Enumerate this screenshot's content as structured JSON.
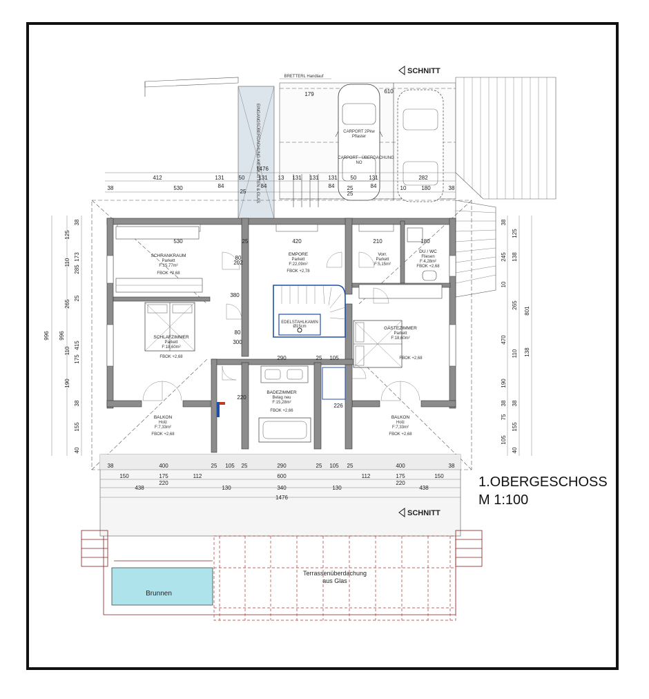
{
  "title": {
    "line1": "1.OBERGESCHOSS",
    "line2": "M 1:100"
  },
  "section_label": "SCHNITT",
  "carport": {
    "line1": "CARPORT 2Pkw",
    "line2": "Pflaster",
    "line3": "CARPORT - ÜBERDACHUNG",
    "line4": "NO",
    "top_label": "BRETTERL Handlauf",
    "canopy_label": "EINGANGSÜBERDACHUNG KIESPLATTEN & GLAS"
  },
  "rooms": {
    "schrankraum": {
      "name": "SCHRANKRAUM",
      "floor": "Parkett",
      "area": "F:15,77m²",
      "height": "FBOK +2,68"
    },
    "empore": {
      "name": "EMPORE",
      "floor": "Parkett",
      "area": "F:22,09m²",
      "height": "FBOK +2,78"
    },
    "vorr": {
      "name": "Vorr.",
      "floor": "Parkett",
      "area": "F:5,15m²"
    },
    "duwc": {
      "name": "DU / WC",
      "floor": "Fliesen",
      "area": "F:4,28m²",
      "height": "FBOK +2,68"
    },
    "schlafzimmer": {
      "name": "SCHLAFZIMMER",
      "floor": "Parkett",
      "area": "F:18,60m²",
      "height": "FBOK +2,68"
    },
    "gaestezimmer": {
      "name": "GÄSTEZIMMER",
      "floor": "Parkett",
      "area": "F:18,60m²",
      "height": "FBOK +2,68"
    },
    "badezimmer": {
      "name": "BADEZIMMER",
      "floor": "Belag neu",
      "area": "F:15,28m²",
      "height": "FBOK +2,66"
    },
    "balkon_left": {
      "name": "BALKON",
      "floor": "Holz",
      "area": "F:7,33m²",
      "height": "FBOK +2,68"
    },
    "balkon_right": {
      "name": "BALKON",
      "floor": "Holz",
      "area": "F:7,33m²",
      "height": "FBOK +2,68"
    },
    "edelstahlkamin": {
      "name": "EDELSTAHLKAMIN",
      "size": "Ø15cm"
    }
  },
  "outdoor": {
    "brunnen": "Brunnen",
    "terrace_line1": "Terrassenüberdachung",
    "terrace_line2": "aus Glas"
  },
  "dims_top": {
    "row1": [
      "412",
      "131",
      "50",
      "131",
      "131",
      "131",
      "50",
      "131",
      "282"
    ],
    "row1_small": [
      "13",
      "131",
      "131"
    ],
    "total": "1476",
    "row2": [
      "38",
      "530",
      "84",
      "84",
      "84",
      "25",
      "84",
      "10",
      "180",
      "38"
    ],
    "row3": [
      "25",
      "25"
    ],
    "carport": [
      "179",
      "610"
    ]
  },
  "dims_bottom": {
    "row1": [
      "38",
      "400",
      "25",
      "105",
      "25",
      "290",
      "25",
      "105",
      "25",
      "400",
      "38"
    ],
    "row2": [
      "150",
      "175",
      "112",
      "600",
      "112",
      "175",
      "150"
    ],
    "row3": [
      "220",
      "220"
    ],
    "row4": [
      "438",
      "130",
      "340",
      "130",
      "438"
    ],
    "total": "1476"
  },
  "dims_left": {
    "outer": "996",
    "mid": "996",
    "segs_a": [
      "38",
      "125",
      "110",
      "265",
      "110",
      "190",
      "38",
      "155",
      "40"
    ],
    "segs_b": [
      "173",
      "285",
      "25",
      "415",
      "175"
    ]
  },
  "dims_right": {
    "outer": "801",
    "segs_a": [
      "38",
      "125",
      "245",
      "10",
      "265",
      "470",
      "110",
      "190",
      "38",
      "75",
      "155",
      "105",
      "40"
    ],
    "segs_b": [
      "138",
      "138",
      "38"
    ]
  },
  "dims_inner": {
    "schrank_w": "530",
    "empore_w": "420",
    "vorr_w": "210",
    "du_w": "180",
    "bad_w": "290",
    "bad_a": "25",
    "bad_b": "105",
    "corr_h": "380",
    "corr_w": "80",
    "corr_b": "300",
    "door_a": "80",
    "door_b": "202",
    "door_c": "25",
    "door_d": "220",
    "door_e": "226"
  }
}
